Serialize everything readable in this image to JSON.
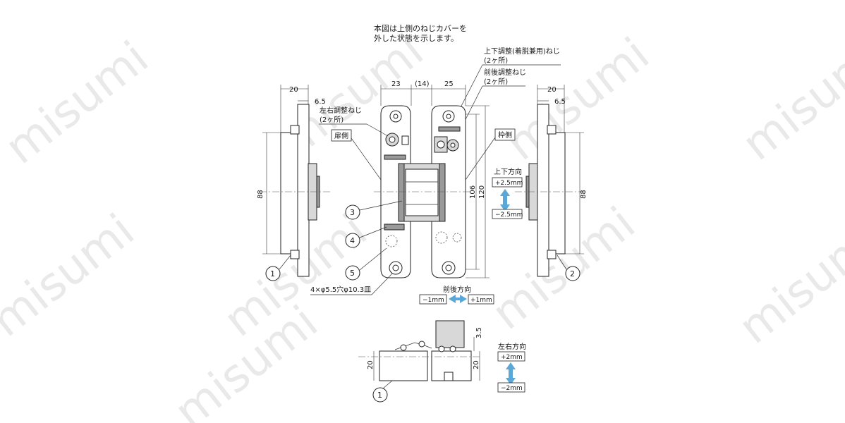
{
  "watermark": "misumi",
  "notes": {
    "line1": "本図は上側のねじカバーを",
    "line2": "外した状態を示します。",
    "updown_screw_1": "上下調整(着脱兼用)ねじ",
    "updown_screw_2": "(2ヶ所)",
    "frontback_screw_1": "前後調整ねじ",
    "frontback_screw_2": "(2ヶ所)",
    "leftright_screw_1": "左右調整ねじ",
    "leftright_screw_2": "(2ヶ所)",
    "door_side": "扉側",
    "frame_side": "枠側",
    "holes": "4×φ5.5穴φ10.3皿"
  },
  "directions": {
    "updown_title": "上下方向",
    "updown_plus": "+2.5mm",
    "updown_minus": "−2.5mm",
    "frontback_title": "前後方向",
    "frontback_minus": "−1mm",
    "frontback_plus": "+1mm",
    "leftright_title": "左右方向",
    "leftright_plus": "+2mm",
    "leftright_minus": "−2mm"
  },
  "dimensions": {
    "left_width": "20",
    "left_offset": "6.5",
    "left_height": "88",
    "door_width": "23",
    "gap": "(14)",
    "frame_width": "25",
    "inner_height": "106",
    "total_height": "120",
    "right_width": "20",
    "right_offset": "6.5",
    "right_height": "88",
    "bottom_height_left": "20",
    "bottom_height_right": "20",
    "bottom_top": "3.5"
  },
  "callouts": [
    "1",
    "2",
    "3",
    "4",
    "5",
    "1"
  ],
  "colors": {
    "arrow": "#5aa7d8",
    "line": "#222222",
    "watermark": "#e9e9e9"
  }
}
